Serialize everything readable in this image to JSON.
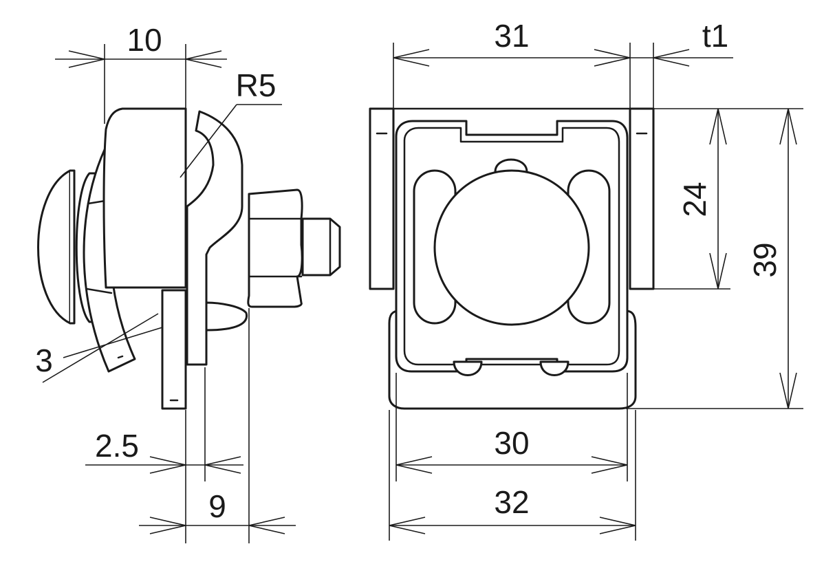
{
  "dimensions": {
    "width_10": "10",
    "radius": "R5",
    "thickness_3": "3",
    "offset_2_5": "2.5",
    "depth_9": "9",
    "width_31": "31",
    "thickness_t1": "t1",
    "height_24": "24",
    "height_39": "39",
    "width_30": "30",
    "width_32": "32"
  }
}
